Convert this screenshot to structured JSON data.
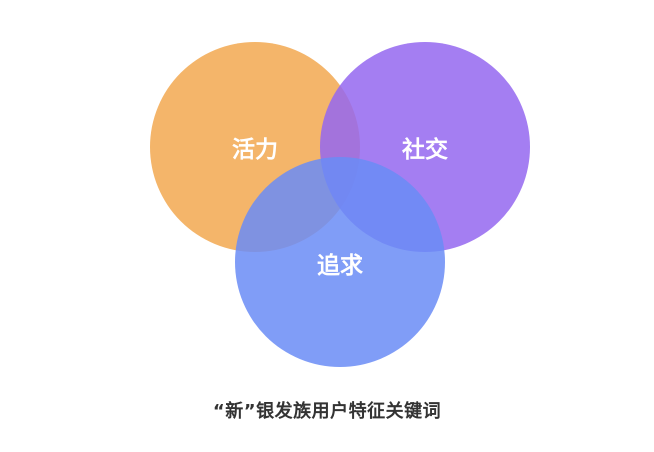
{
  "diagram": {
    "circles": [
      {
        "id": "vitality",
        "label": "活力",
        "color": "#F2A850"
      },
      {
        "id": "social",
        "label": "社交",
        "color": "#9467F0"
      },
      {
        "id": "pursuit",
        "label": "追求",
        "color": "#6A8CF6"
      }
    ]
  },
  "caption": "“新”银发族用户特征关键词"
}
